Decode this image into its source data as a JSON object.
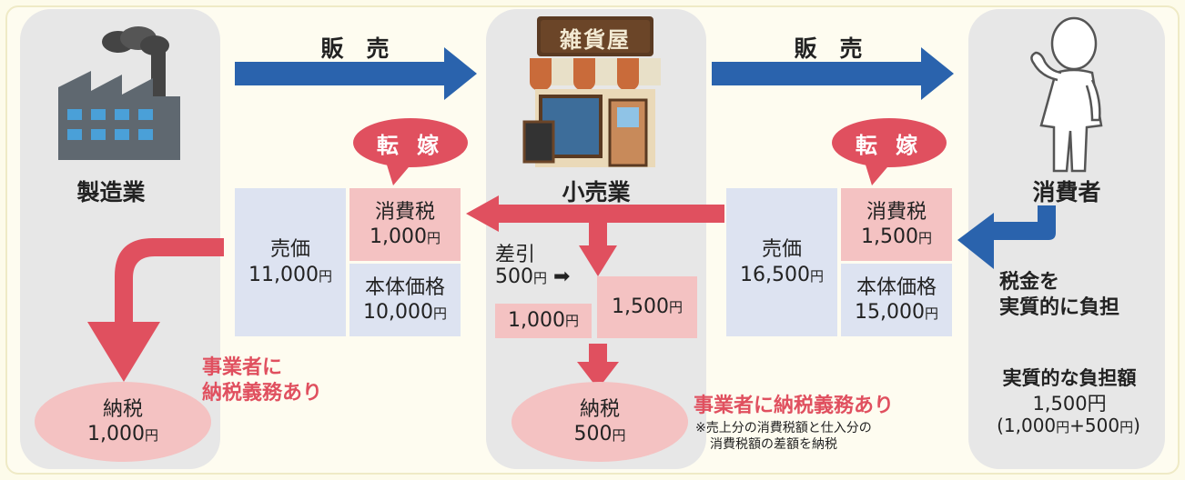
{
  "sales_label_1": "販　売",
  "sales_label_2": "販　売",
  "manufacturer": {
    "label": "製造業"
  },
  "retailer": {
    "label": "小売業",
    "shop_sign": "雑貨屋"
  },
  "consumer": {
    "label": "消費者",
    "burden_text_1": "税金を",
    "burden_text_2": "実質的に負担"
  },
  "shift_label": "転 嫁",
  "yen": "円",
  "manufacturer_sale": {
    "price_label": "売価",
    "price_value": "11,000",
    "tax_label": "消費税",
    "tax_value": "1,000",
    "base_label": "本体価格",
    "base_value": "10,000"
  },
  "retailer_sale": {
    "price_label": "売価",
    "price_value": "16,500",
    "tax_label": "消費税",
    "tax_value": "1,500",
    "base_label": "本体価格",
    "base_value": "15,000"
  },
  "difference": {
    "label": "差引",
    "value": "500",
    "box_left": "1,000",
    "box_right": "1,500"
  },
  "manufacturer_payment": {
    "label": "納税",
    "value": "1,000"
  },
  "retailer_payment": {
    "label": "納税",
    "value": "500"
  },
  "obligation_left_1": "事業者に",
  "obligation_left_2": "納税義務あり",
  "obligation_right": "事業者に納税義務あり",
  "note_1": "※売上分の消費税額と仕入分の",
  "note_2": "消費税額の差額を納税",
  "burden_amount": {
    "title": "実質的な負担額",
    "value": "1,500",
    "breakdown_a": "(1,000",
    "breakdown_b": "+500",
    "breakdown_c": ")"
  },
  "colors": {
    "blue_arrow": "#2a63ad",
    "red_arrow": "#e0505f",
    "pink_box": "#f4c2c2",
    "blue_box": "#dde3f1",
    "panel": "#e7e7e7"
  }
}
